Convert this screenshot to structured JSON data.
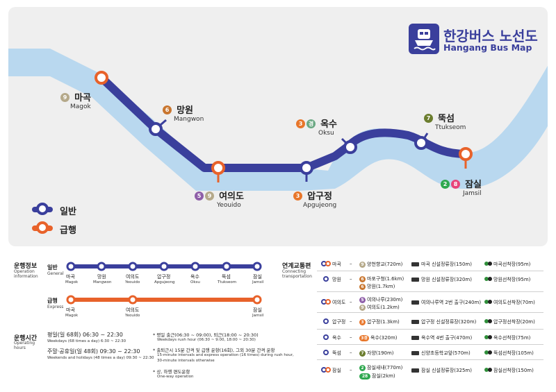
{
  "title": {
    "ko": "한강버스 노선도",
    "en": "Hangang Bus Map"
  },
  "legend": [
    {
      "label": "일반",
      "color": "#3a3f9c"
    },
    {
      "label": "급행",
      "color": "#e8622a"
    }
  ],
  "stations": [
    {
      "ko": "마곡",
      "en": "Magok",
      "badges": [
        {
          "text": "9",
          "color": "#b5a98a"
        }
      ],
      "express": true
    },
    {
      "ko": "망원",
      "en": "Mangwon",
      "badges": [
        {
          "text": "6",
          "color": "#c9762f"
        }
      ],
      "express": false
    },
    {
      "ko": "여의도",
      "en": "Yeouido",
      "badges": [
        {
          "text": "5",
          "color": "#8e5ea8"
        },
        {
          "text": "9",
          "color": "#b5a98a"
        }
      ],
      "express": true
    },
    {
      "ko": "압구정",
      "en": "Apgujeong",
      "badges": [
        {
          "text": "3",
          "color": "#e8762a"
        }
      ],
      "express": false
    },
    {
      "ko": "옥수",
      "en": "Oksu",
      "badges": [
        {
          "text": "3",
          "color": "#e8762a"
        },
        {
          "text": "경",
          "color": "#6aa883"
        }
      ],
      "express": false
    },
    {
      "ko": "뚝섬",
      "en": "Ttukseom",
      "badges": [
        {
          "text": "7",
          "color": "#6b7d2e"
        }
      ],
      "express": false
    },
    {
      "ko": "잠실",
      "en": "Jamsil",
      "badges": [
        {
          "text": "2",
          "color": "#2fa84f"
        },
        {
          "text": "8",
          "color": "#e8437a"
        }
      ],
      "express": true
    }
  ],
  "operation_info": {
    "ko": "운행정보",
    "en": "Operation information",
    "general": {
      "ko": "일반",
      "en": "General"
    },
    "express": {
      "ko": "급행",
      "en": "Express"
    },
    "express_stops": [
      {
        "ko": "마곡",
        "en": "Magok"
      },
      {
        "ko": "여의도",
        "en": "Yeouido"
      },
      {
        "ko": "잠실",
        "en": "Jamsil"
      }
    ]
  },
  "operating_hours": {
    "ko": "운행시간",
    "en": "Operating hours",
    "weekday": "평일(일 68회) 06:30 ~ 22:30",
    "weekday_en": "Weekdays (68 times a day) 6:30 ~ 22:30",
    "weekend": "주말·공휴일(일 48회) 09:30 ~ 22:30",
    "weekend_en": "Weekends and holidays (48 times a day) 09:30 ~ 22:30",
    "note1": "* 평일 출근(06:30 ~ 09:00), 퇴근(18:00 ~ 20:30)",
    "note1_en": "Weekdays rush hour (06:30 ~ 9:00, 18:00 ~ 20:30)",
    "note2": "* 출퇴근시 15분 간격 및 급행 운항(16회), 그외 30분 간격 운항",
    "note2_en1": "15-minute intervals and express operation (16 times) during rush hour,",
    "note2_en2": "30-minute intervals otherwise",
    "note3": "* 상, 하행 편도운항",
    "note3_en": "One-way operation"
  },
  "connecting": {
    "ko": "연계교통편",
    "en": "Connecting transportation",
    "rows": [
      {
        "type": "both",
        "name": "마곡",
        "subway": [
          {
            "badge": "9",
            "color": "#b5a98a",
            "text": "양천향교(720m)"
          }
        ],
        "bus": "마곡 신설정류장(150m)",
        "ferry": "마곡선착장(95m)"
      },
      {
        "type": "general",
        "name": "망원",
        "subway": [
          {
            "badge": "6",
            "color": "#c9762f",
            "text": "마포구청(1.6km)"
          },
          {
            "badge": "6",
            "color": "#c9762f",
            "text": "망원(1.7km)"
          }
        ],
        "bus": "망원 신설정류장(320m)",
        "ferry": "망원선착장(95m)"
      },
      {
        "type": "both",
        "name": "여의도",
        "subway": [
          {
            "badge": "5",
            "color": "#8e5ea8",
            "text": "여의나루(230m)"
          },
          {
            "badge": "9",
            "color": "#b5a98a",
            "text": "여의도(1.2km)"
          }
        ],
        "bus": "여의나루역 2번 출구(240m)",
        "ferry": "여의도선착장(70m)"
      },
      {
        "type": "general",
        "name": "압구정",
        "subway": [
          {
            "badge": "3",
            "color": "#e8762a",
            "text": "압구정(1.3km)"
          }
        ],
        "bus": "압구정 신설정류장(320m)",
        "ferry": "압구정선착장(20m)"
      },
      {
        "type": "general",
        "name": "옥수",
        "subway": [
          {
            "badge": "3경",
            "color": "#e8762a",
            "text": "옥수(320m)"
          }
        ],
        "bus": "옥수역 4번 출구(470m)",
        "ferry": "옥수선착장(75m)"
      },
      {
        "type": "general",
        "name": "뚝섬",
        "subway": [
          {
            "badge": "7",
            "color": "#6b7d2e",
            "text": "자양(190m)"
          }
        ],
        "bus": "신양초등학교앞(570m)",
        "ferry": "뚝섬선착장(105m)"
      },
      {
        "type": "both",
        "name": "잠실",
        "subway": [
          {
            "badge": "2",
            "color": "#2fa84f",
            "text": "잠실새내(770m)"
          },
          {
            "badge": "28",
            "color": "#2fa84f",
            "text": "잠실(2km)"
          }
        ],
        "bus": "잠실 신설정류장(325m)",
        "ferry": "잠실선착장(150m)"
      }
    ]
  },
  "colors": {
    "general": "#3a3f9c",
    "express": "#e8622a",
    "river": "#b9d8ef",
    "ferry_green": "#2f8f3a"
  }
}
